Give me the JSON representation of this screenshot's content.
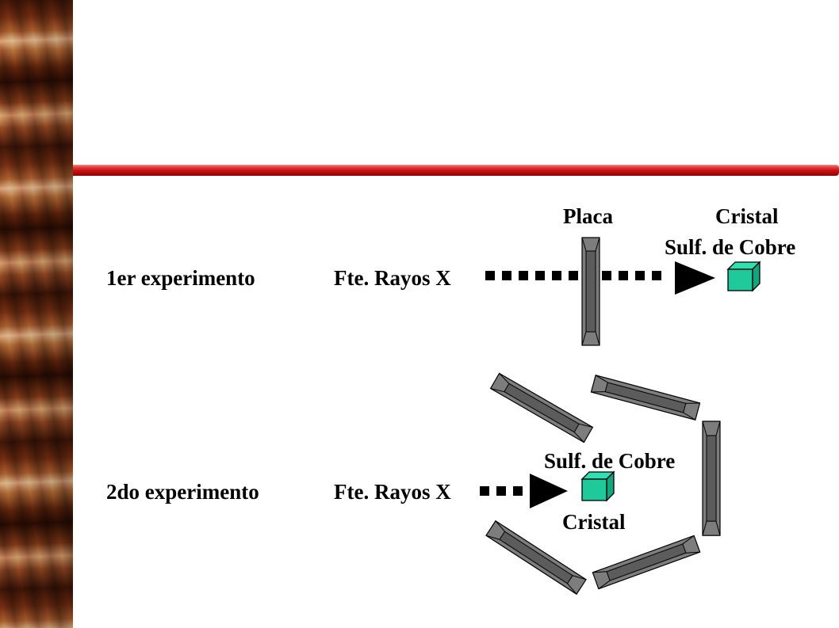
{
  "experiment1": {
    "label": "1er experimento",
    "source": "Fte. Rayos X",
    "plate_label": "Placa",
    "crystal_label": "Cristal",
    "crystal_name": "Sulf. de Cobre"
  },
  "experiment2": {
    "label": "2do experimento",
    "source": "Fte. Rayos X",
    "crystal_name": "Sulf. de Cobre",
    "crystal_label": "Cristal"
  },
  "colors": {
    "accent_rule": "#c80f0f",
    "crystal": "#1fc99a",
    "plate": "#7a7a7a"
  }
}
